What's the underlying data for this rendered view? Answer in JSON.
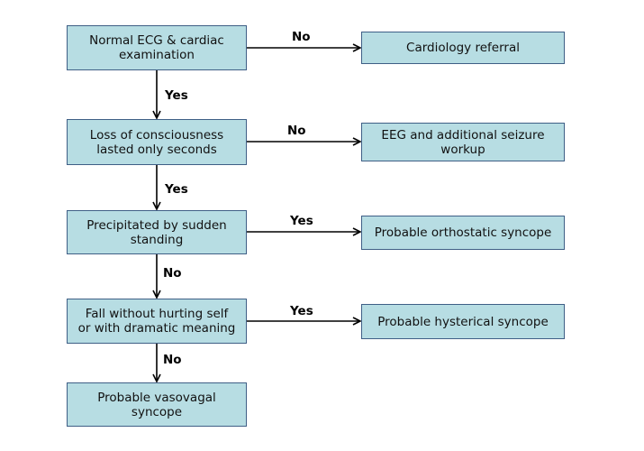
{
  "nodes": {
    "ecg_exam": "Normal ECG & cardiac\nexamination",
    "cardiology_referral": "Cardiology referral",
    "loc_seconds": "Loss of consciousness\nlasted only seconds",
    "eeg_workup": "EEG and additional seizure\nworkup",
    "sudden_standing": "Precipitated by sudden\nstanding",
    "orthostatic": "Probable orthostatic syncope",
    "fall_without_hurting": "Fall without hurting self\nor with dramatic meaning",
    "hysterical": "Probable hysterical syncope",
    "vasovagal": "Probable vasovagal\nsyncope"
  },
  "edges": {
    "ecg_to_referral": "No",
    "ecg_to_loc": "Yes",
    "loc_to_eeg": "No",
    "loc_to_standing": "Yes",
    "standing_to_orthostatic": "Yes",
    "standing_to_fall": "No",
    "fall_to_hysterical": "Yes",
    "fall_to_vasovagal": "No"
  },
  "colors": {
    "node_fill": "#b7dde3",
    "node_border": "#3f5f86",
    "arrow": "#000000"
  }
}
